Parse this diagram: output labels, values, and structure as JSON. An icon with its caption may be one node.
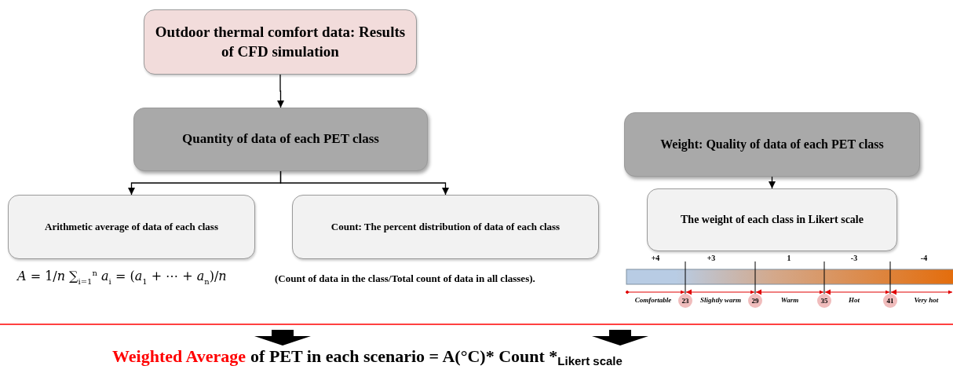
{
  "diagram": {
    "nodes": [
      {
        "text": [
          "Outdoor thermal comfort data: Results of CFD simulation"
        ]
      },
      {
        "text": [
          "Quantity of  data of each PET class"
        ]
      },
      {
        "text": [
          "Arithmetic average of data of each class"
        ]
      },
      {
        "text": [
          "Count: The percent distribution of  data of each class"
        ],
        "beside": [
          "(Count of data in the class/Total count of data in all classes)."
        ]
      },
      {
        "text": [
          "Weight: Quality of  data of each PET class"
        ]
      },
      {
        "text": [
          "The weight of each class in Likert scale"
        ]
      },
      {
        "text": [
          "Weighted Average",
          "of PET in each scenario = A(°C)* Count *$_{Likert scale}$"
        ]
      }
    ],
    "edges": [
      {
        "from": 0,
        "to": 1,
        "arrow": "to"
      },
      {
        "from": 1,
        "to": 2,
        "arrow": "to"
      },
      {
        "from": 1,
        "to": 3,
        "arrow": "to"
      },
      {
        "from": 4,
        "to": 5,
        "arrow": "to"
      },
      {
        "from": null,
        "to": 6,
        "arrow": "to",
        "style": "thick"
      },
      {
        "from": null,
        "to": 6,
        "arrow": "to",
        "style": "thick"
      }
    ],
    "labels": [
      "+4",
      "+3",
      "1",
      "-3",
      "-4",
      "*A* = 1/*n* ∑$_{i=1}$$^{n}$ *a*$_{i}$ = (*a*$_{1}$ + ⋯ + *a*$_{n}$)/*n*",
      "Comfortable",
      "23",
      "Slightly warm",
      "29",
      "Warm",
      "35",
      "Hot",
      "41",
      "Very hot"
    ]
  }
}
